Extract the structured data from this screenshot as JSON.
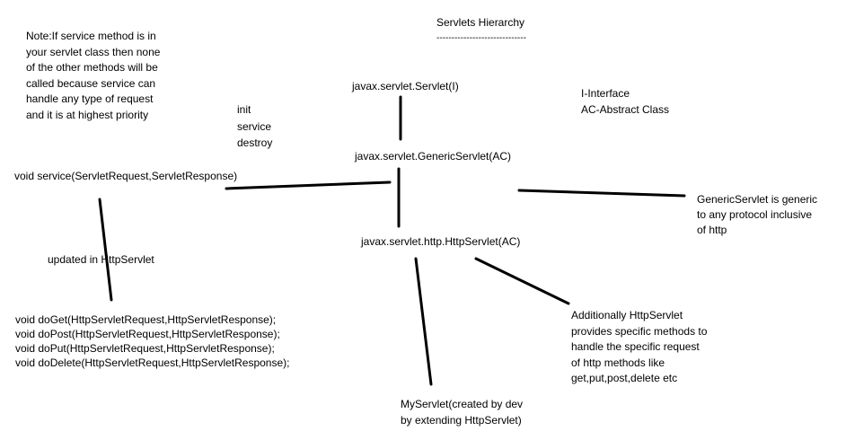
{
  "title": "Servlets Hierarchy",
  "title_underline": "------------------------------",
  "note_lines": [
    "Note:If service method is in",
    "your servlet class then none",
    "of the other methods will be",
    "called because service can",
    "handle any type of request",
    "and it is at highest priority"
  ],
  "lifecycle_methods": [
    "init",
    "service",
    "destroy"
  ],
  "legend_lines": [
    "I-Interface",
    "AC-Abstract Class"
  ],
  "nodes": {
    "servlet": "javax.servlet.Servlet(I)",
    "generic_servlet": "javax.servlet.GenericServlet(AC)",
    "http_servlet": "javax.servlet.http.HttpServlet(AC)",
    "my_servlet_lines": [
      "MyServlet(created by dev",
      "by extending HttpServlet)"
    ]
  },
  "service_signature": "void service(ServletRequest,ServletResponse)",
  "updated_label": "updated in HttpServlet",
  "do_methods": [
    "void doGet(HttpServletRequest,HttpServletResponse);",
    "void doPost(HttpServletRequest,HttpServletResponse);",
    "void doPut(HttpServletRequest,HttpServletResponse);",
    "void doDelete(HttpServletRequest,HttpServletResponse);"
  ],
  "generic_note_lines": [
    "GenericServlet is generic",
    "to any protocol inclusive",
    "of http"
  ],
  "http_note_lines": [
    "Additionally HttpServlet",
    "provides specific methods to",
    "handle the specific request",
    "of http methods like",
    "get,put,post,delete etc"
  ]
}
